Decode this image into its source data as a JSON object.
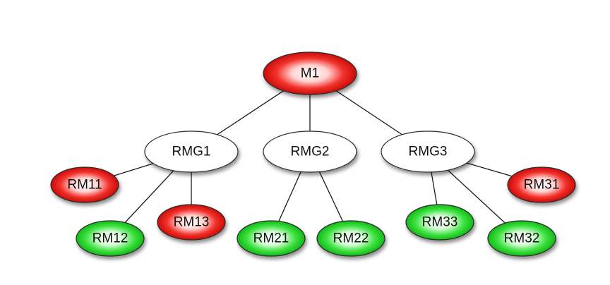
{
  "diagram": {
    "title": "",
    "status_colors": {
      "red": "#e8120c",
      "green": "#17d81c",
      "neutral": "#ffffff"
    },
    "nodes": [
      {
        "id": "M1",
        "label": "M1",
        "status": "red"
      },
      {
        "id": "RMG1",
        "label": "RMG1",
        "status": "neutral"
      },
      {
        "id": "RMG2",
        "label": "RMG2",
        "status": "neutral"
      },
      {
        "id": "RMG3",
        "label": "RMG3",
        "status": "neutral"
      },
      {
        "id": "RM11",
        "label": "RM11",
        "status": "red"
      },
      {
        "id": "RM12",
        "label": "RM12",
        "status": "green"
      },
      {
        "id": "RM13",
        "label": "RM13",
        "status": "red"
      },
      {
        "id": "RM21",
        "label": "RM21",
        "status": "green"
      },
      {
        "id": "RM22",
        "label": "RM22",
        "status": "green"
      },
      {
        "id": "RM31",
        "label": "RM31",
        "status": "red"
      },
      {
        "id": "RM32",
        "label": "RM32",
        "status": "green"
      },
      {
        "id": "RM33",
        "label": "RM33",
        "status": "green"
      }
    ],
    "edges": [
      {
        "from": "M1",
        "to": "RMG1"
      },
      {
        "from": "M1",
        "to": "RMG2"
      },
      {
        "from": "M1",
        "to": "RMG3"
      },
      {
        "from": "RMG1",
        "to": "RM11"
      },
      {
        "from": "RMG1",
        "to": "RM12"
      },
      {
        "from": "RMG1",
        "to": "RM13"
      },
      {
        "from": "RMG2",
        "to": "RM21"
      },
      {
        "from": "RMG2",
        "to": "RM22"
      },
      {
        "from": "RMG3",
        "to": "RM31"
      },
      {
        "from": "RMG3",
        "to": "RM32"
      },
      {
        "from": "RMG3",
        "to": "RM33"
      }
    ]
  }
}
